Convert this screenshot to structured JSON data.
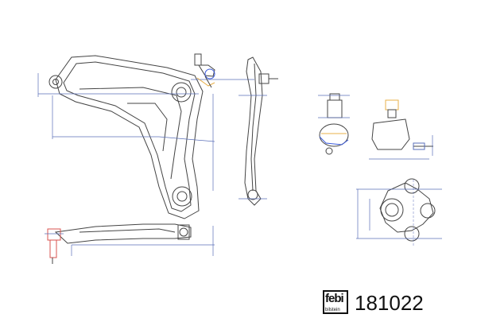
{
  "brand": {
    "logo_text": "febi",
    "logo_subtext": "bilstein"
  },
  "part_number": "181022",
  "colors": {
    "line": "#444444",
    "dimension": "#5a6fb8",
    "highlight_red": "#d9534f",
    "highlight_blue": "#3b5bdb",
    "highlight_orange": "#e8b04a"
  }
}
